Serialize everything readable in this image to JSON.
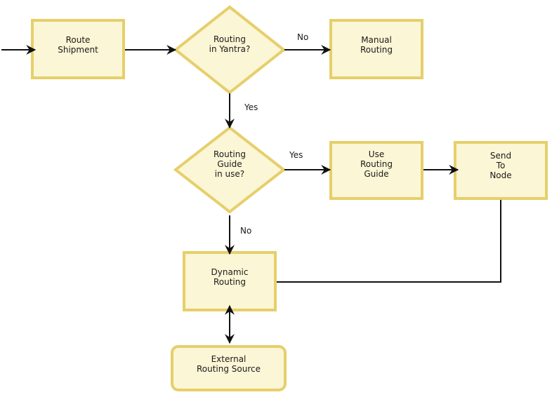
{
  "nodes": {
    "route_shipment": "Route\nShipment",
    "routing_in_yantra": "Routing\nin Yantra?",
    "manual_routing": "Manual\nRouting",
    "routing_guide_in_use": "Routing\nGuide\nin use?",
    "use_routing_guide": "Use\nRouting\nGuide",
    "send_to_node": "Send\nTo\nNode",
    "dynamic_routing": "Dynamic\nRouting",
    "external_routing_source": "External\nRouting Source"
  },
  "edges": {
    "no_1": "No",
    "yes_1": "Yes",
    "yes_2": "Yes",
    "no_2": "No"
  },
  "colors": {
    "fill": "#fbf6d5",
    "border": "#e6cf6b",
    "border_dark": "#c9ad3a",
    "line": "#111111"
  }
}
